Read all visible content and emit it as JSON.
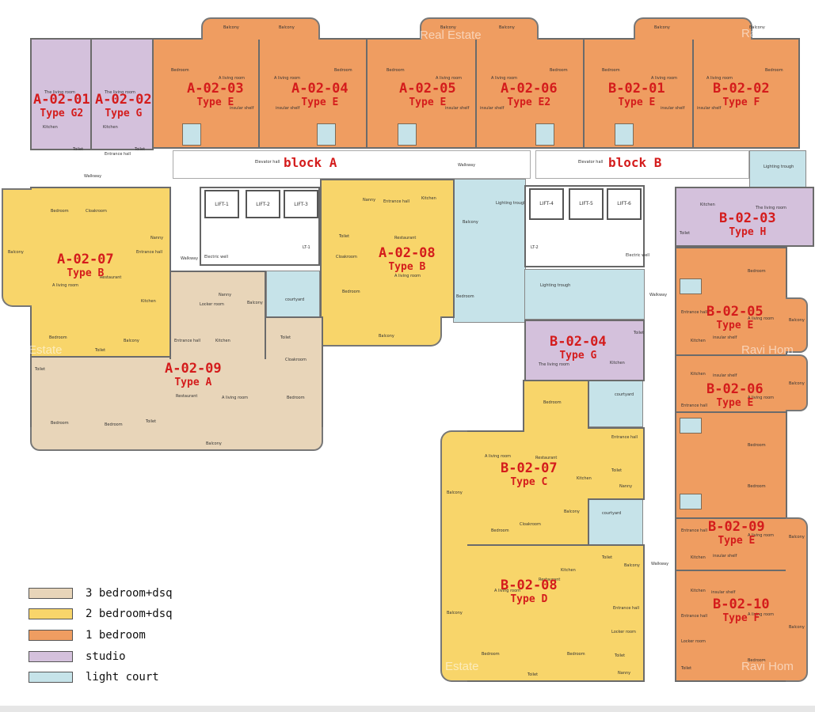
{
  "blocks": {
    "a": {
      "label": "block A",
      "hall": "Elevator hall"
    },
    "b": {
      "label": "block B",
      "hall": "Elevator hall"
    }
  },
  "units": [
    {
      "code": "A-02-01",
      "type": "Type G2",
      "category": "studio"
    },
    {
      "code": "A-02-02",
      "type": "Type G",
      "category": "studio"
    },
    {
      "code": "A-02-03",
      "type": "Type E",
      "category": "1 bedroom"
    },
    {
      "code": "A-02-04",
      "type": "Type E",
      "category": "1 bedroom"
    },
    {
      "code": "A-02-05",
      "type": "Type E",
      "category": "1 bedroom"
    },
    {
      "code": "A-02-06",
      "type": "Type E2",
      "category": "1 bedroom"
    },
    {
      "code": "B-02-01",
      "type": "Type E",
      "category": "1 bedroom"
    },
    {
      "code": "B-02-02",
      "type": "Type F",
      "category": "1 bedroom"
    },
    {
      "code": "A-02-07",
      "type": "Type B",
      "category": "2 bedroom+dsq"
    },
    {
      "code": "A-02-08",
      "type": "Type B",
      "category": "2 bedroom+dsq"
    },
    {
      "code": "A-02-09",
      "type": "Type A",
      "category": "3 bedroom+dsq"
    },
    {
      "code": "B-02-03",
      "type": "Type H",
      "category": "studio"
    },
    {
      "code": "B-02-04",
      "type": "Type G",
      "category": "studio"
    },
    {
      "code": "B-02-05",
      "type": "Type E",
      "category": "1 bedroom"
    },
    {
      "code": "B-02-06",
      "type": "Type E",
      "category": "1 bedroom"
    },
    {
      "code": "B-02-07",
      "type": "Type C",
      "category": "2 bedroom+dsq"
    },
    {
      "code": "B-02-08",
      "type": "Type D",
      "category": "2 bedroom+dsq"
    },
    {
      "code": "B-02-09",
      "type": "Type E",
      "category": "1 bedroom"
    },
    {
      "code": "B-02-10",
      "type": "Type F",
      "category": "1 bedroom"
    }
  ],
  "lifts": [
    "LIFT-1",
    "LIFT-2",
    "LIFT-3",
    "LIFT-4",
    "LIFT-5",
    "LIFT-6"
  ],
  "stairs": [
    "LT-1",
    "LT-2"
  ],
  "rooms": {
    "balcony": "Balcony",
    "bedroom": "Bedroom",
    "living": "A living room",
    "studio_living": "The living room",
    "kitchen": "Kitchen",
    "toilet": "Toilet",
    "courtyard": "courtyard",
    "entrance": "Entrance hall",
    "shelf": "insular shelf",
    "nanny": "Nanny",
    "cloakroom": "Cloakroom",
    "restaurant": "Restaurant",
    "locker": "Locker room",
    "walkway": "Walkway",
    "lighting": "Lighting trough",
    "electric": "Electric well",
    "well": "well"
  },
  "legend": [
    {
      "label": "3 bedroom+dsq",
      "color": "#e8d5b9"
    },
    {
      "label": "2 bedroom+dsq",
      "color": "#f8d56a"
    },
    {
      "label": "1 bedroom",
      "color": "#ef9d61"
    },
    {
      "label": "studio",
      "color": "#d4c1dc"
    },
    {
      "label": "light court",
      "color": "#c6e3e9"
    }
  ],
  "watermarks": [
    "Real Estate",
    "Ravi Hom",
    "Estate",
    "Ravi Hom",
    "Ravi Hom",
    "Estate"
  ]
}
